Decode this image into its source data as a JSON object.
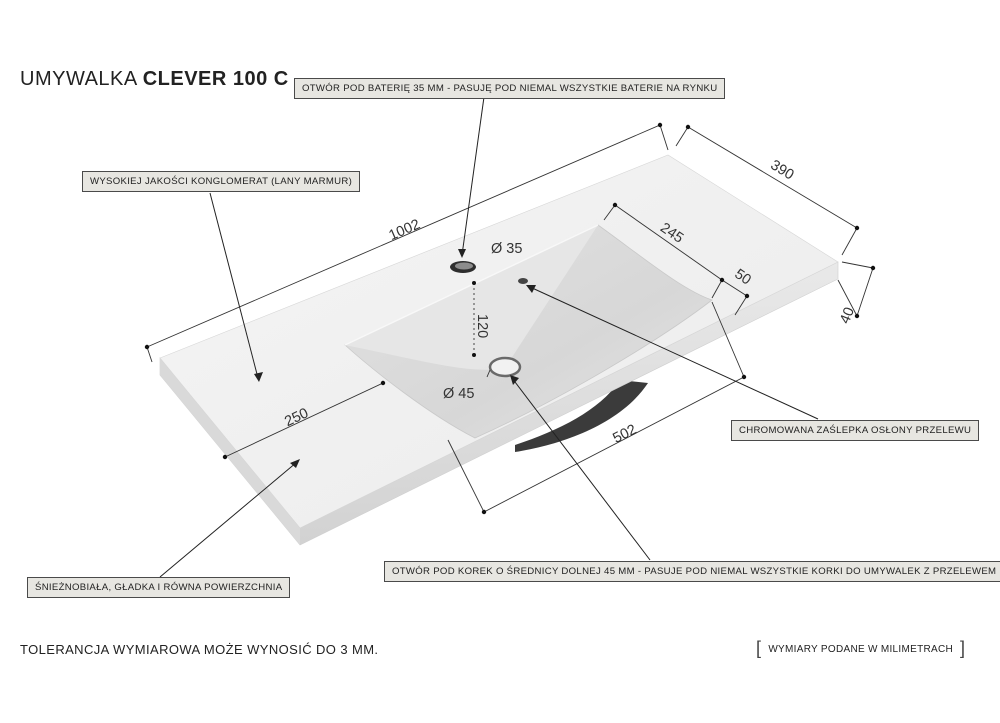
{
  "title": {
    "prefix": "UMYWALKA ",
    "model": "CLEVER 100 C"
  },
  "callouts": {
    "faucet_hole": "OTWÓR POD BATERIĘ 35 MM - PASUJĘ POD NIEMAL WSZYSTKIE BATERIE NA RYNKU",
    "material": "WYSOKIEJ JAKOŚCI KONGLOMERAT (LANY MARMUR)",
    "overflow_cap": "CHROMOWANA ZAŚLEPKA OSŁONY PRZELEWU",
    "drain_hole": "OTWÓR POD KOREK O ŚREDNICY DOLNEJ 45 MM - PASUJE POD NIEMAL WSZYSTKIE KORKI DO UMYWALEK Z PRZELEWEM",
    "surface": "ŚNIEŻNOBIAŁA, GŁADKA I RÓWNA POWIERZCHNIA"
  },
  "dimensions": {
    "length": "1002",
    "depth": "390",
    "height": "40",
    "bowl_width": "245",
    "bowl_offset": "50",
    "bowl_length": "502",
    "side_shelf": "250",
    "faucet_diameter": "Ø 35",
    "faucet_to_drain": "120",
    "drain_diameter": "Ø 45"
  },
  "footer": {
    "tolerance": "TOLERANCJA WYMIAROWA MOŻE WYNOSIĆ DO 3 MM.",
    "units": "WYMIARY PODANE W MILIMETRACH",
    "bracket_open": "[",
    "bracket_close": "]"
  }
}
